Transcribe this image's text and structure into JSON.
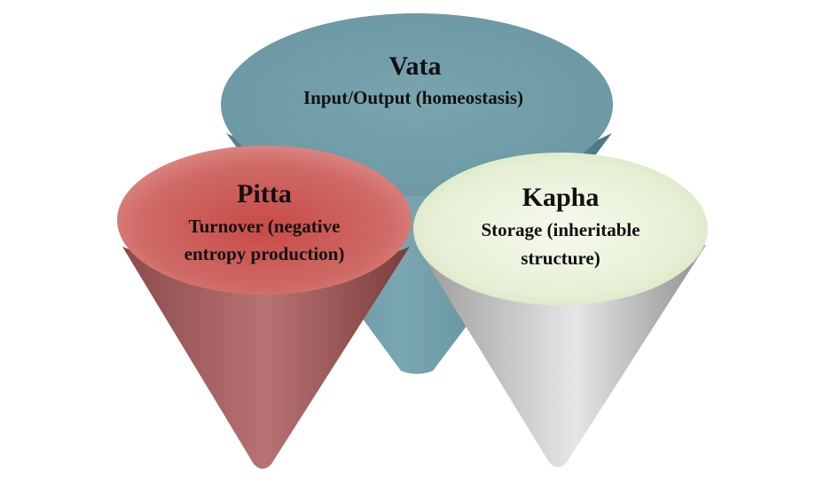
{
  "diagram": {
    "cones": [
      {
        "id": "vata",
        "title": "Vata",
        "lines": [
          "Input/Output (homeostasis)"
        ],
        "top_color": "#6f9ba6",
        "body_color": "#5f8f99"
      },
      {
        "id": "pitta",
        "title": "Pitta",
        "lines": [
          "Turnover (negative",
          "entropy production)"
        ],
        "top_color": "#c85450",
        "body_color": "#a95a5a"
      },
      {
        "id": "kapha",
        "title": "Kapha",
        "lines": [
          "Storage (inheritable",
          "structure)"
        ],
        "top_color": "#e9f1dc",
        "body_color": "#bdbdbd"
      }
    ]
  }
}
